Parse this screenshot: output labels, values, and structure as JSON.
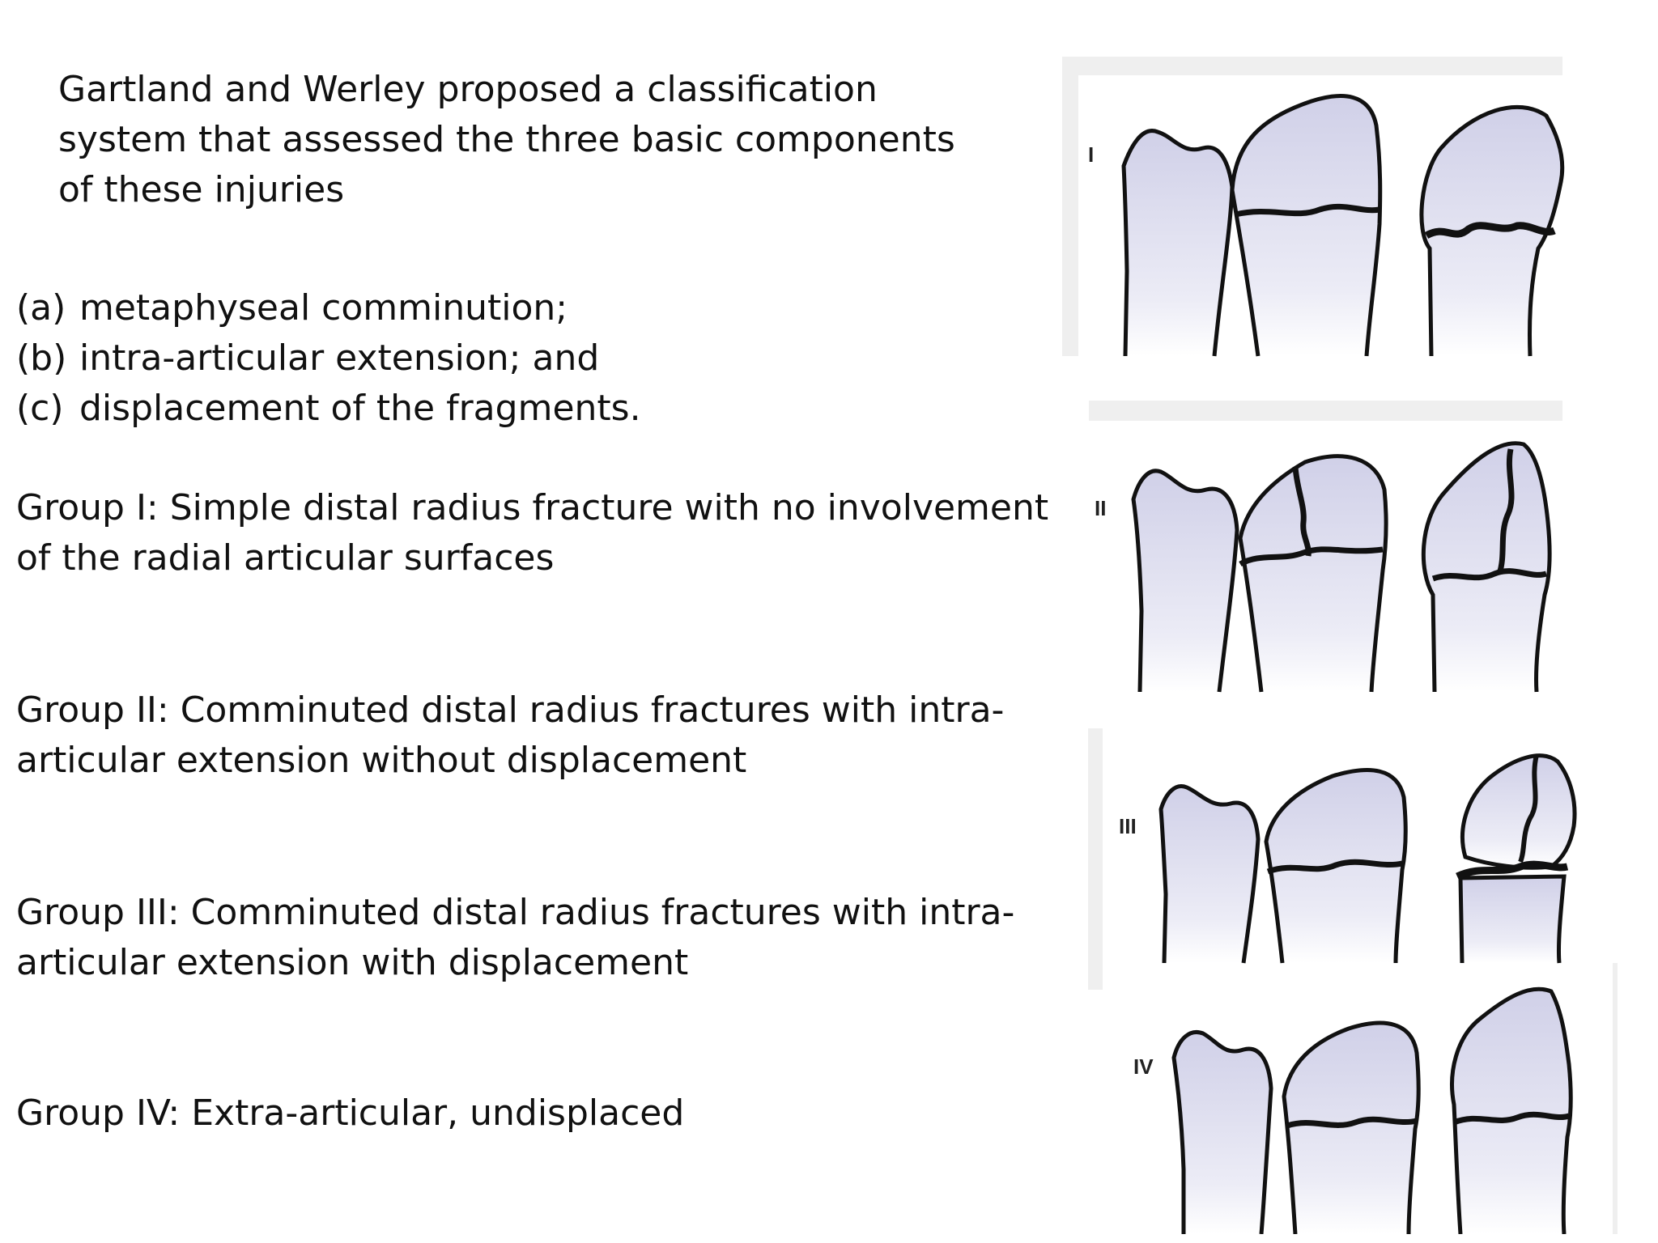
{
  "intro": "Gartland and Werley proposed a classification system that assessed the three basic components of these injuries",
  "components": [
    {
      "label": "(a)",
      "text": "metaphyseal comminution;"
    },
    {
      "label": "(b)",
      "text": "intra-articular extension; and"
    },
    {
      "label": "(c)",
      "text": "displacement of the fragments."
    }
  ],
  "groups": [
    "Group I: Simple distal radius fracture with no involvement of the radial articular surfaces",
    "Group II: Comminuted distal radius fractures with intra-articular extension without displacement",
    "Group III: Comminuted distal radius  fractures with intra-articular extension with displacement",
    "Group IV: Extra-articular, undisplaced"
  ],
  "figure_labels": [
    "I",
    "II",
    "III",
    "IV"
  ],
  "colors": {
    "bone_fill": "#d8d8eb",
    "bone_outline": "#111111",
    "panel_bg": "#efefef"
  }
}
